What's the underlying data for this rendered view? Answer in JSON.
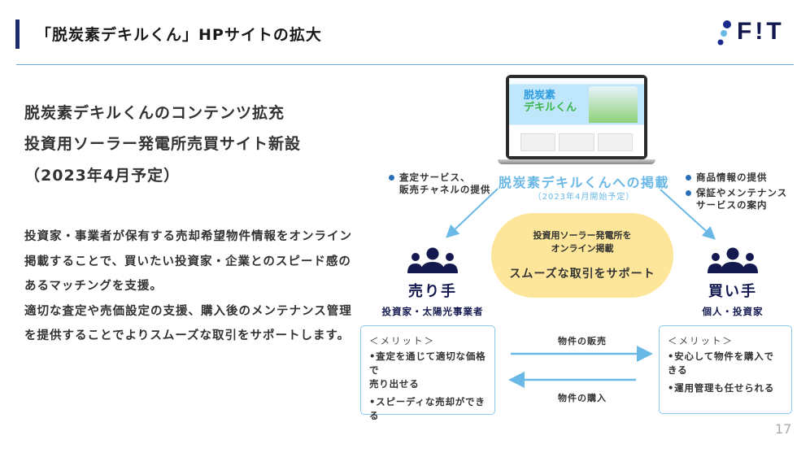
{
  "header": {
    "title": "「脱炭素デキルくん」HPサイトの拡大",
    "logo_text": "F!T"
  },
  "left": {
    "headings": [
      "脱炭素デキルくんのコンテンツ拡充",
      "投資用ソーラー発電所売買サイト新設",
      "（2023年4月予定）"
    ],
    "body": [
      "投資家・事業者が保有する売却希望物件情報をオンライン掲載することで、買いたい投資家・企業とのスピード感のあるマッチングを支援。",
      "適切な査定や売価設定の支援、購入後のメンテナンス管理を提供することでよりスムーズな取引をサポートします。"
    ]
  },
  "laptop": {
    "site_logo_line1": "脱炭素",
    "site_logo_line2": "デキルくん"
  },
  "caption": {
    "title": "脱炭素デキルくんへの掲載",
    "subtitle": "（2023年4月開始予定）"
  },
  "seller_bullets": [
    "査定サービス、\n販売チャネルの提供"
  ],
  "buyer_bullets": [
    "商品情報の提供",
    "保証やメンテナンス\nサービスの案内"
  ],
  "center": {
    "line1": "投資用ソーラー発電所を",
    "line2": "オンライン掲載",
    "main": "スムーズな取引をサポート"
  },
  "seller": {
    "label": "売り手",
    "sub": "投資家・太陽光事業者",
    "merit_header": "＜メリット＞",
    "merits": [
      "•査定を通じて適切な価格で\n 売り出せる",
      "•スピーディな売却ができる"
    ]
  },
  "buyer": {
    "label": "買い手",
    "sub": "個人・投資家",
    "merit_header": "＜メリット＞",
    "merits": [
      "•安心して物件を購入できる",
      "•運用管理も任せられる"
    ]
  },
  "flows": {
    "sell": "物件の販売",
    "buy": "物件の購入"
  },
  "page_number": "17",
  "colors": {
    "navy": "#13194f",
    "accent_blue": "#6ab8e6",
    "pill": "#fde699"
  }
}
